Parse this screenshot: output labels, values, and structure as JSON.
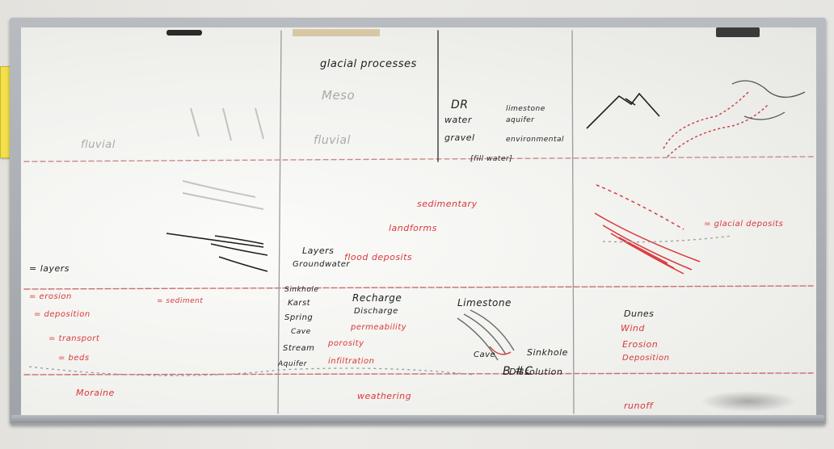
{
  "scene": {
    "subject": "classroom whiteboard",
    "colors": {
      "wall": "#e6e5e1",
      "board": "#f4f4f1",
      "frame": "#a8adb2",
      "red_marker": "#d9383a",
      "black_marker": "#1e1e1e",
      "ghost_marker": "#8a8a8a",
      "sticky_note": "#f3e04a"
    }
  },
  "board_text": {
    "ghost_left": "fluvial",
    "ghost_meso": "Meso",
    "ghost_fluvial": "fluvial",
    "top_title": "glacial processes",
    "dr": "DR",
    "black_1": "water",
    "black_2": "gravel",
    "black_3": "limestone",
    "black_4": "aquifer",
    "black_5": "environmental",
    "black_6": "[fill water]",
    "red_mid": "sedimentary",
    "red_mid2": "landforms",
    "red_right": "= glacial deposits",
    "black_mid_1": "Layers",
    "black_mid_2": "Groundwater",
    "red_mid3": "flood deposits",
    "black_bl_1": "= layers",
    "red_bl_1": "= erosion",
    "red_bl_2": "= deposition",
    "red_bl_3": "= transport",
    "red_bl_4": "= beds",
    "red_bl_5": "= sediment",
    "black_b2_1": "Sinkhole",
    "black_b2_2": "Karst",
    "black_b2_3": "Spring",
    "black_b2_4": "Cave",
    "black_b2_5": "Stream",
    "black_b2_6": "Aquifer",
    "black_b2_7": "Recharge",
    "black_b2_8": "Discharge",
    "red_b2_1": "permeability",
    "red_b2_2": "porosity",
    "red_b2_3": "infiltration",
    "black_b3_1": "Limestone",
    "black_b3_2": "Sinkhole",
    "black_b3_3": "Dissolution",
    "black_b3_4": "Cave",
    "black_b3_5": "B #C",
    "black_br_1": "Dunes",
    "red_br_1": "Wind",
    "red_br_2": "Erosion",
    "red_br_3": "Deposition",
    "red_foot_1": "Moraine",
    "red_foot_2": "weathering",
    "red_foot_3": "runoff"
  }
}
